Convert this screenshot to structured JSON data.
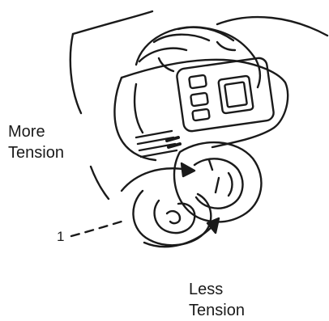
{
  "labels": {
    "more_tension": [
      "More",
      "Tension"
    ],
    "less_tension": [
      "Less",
      "Tension"
    ],
    "callout": "1"
  },
  "colors": {
    "ink": "#1a1a1a",
    "background": "#ffffff"
  }
}
